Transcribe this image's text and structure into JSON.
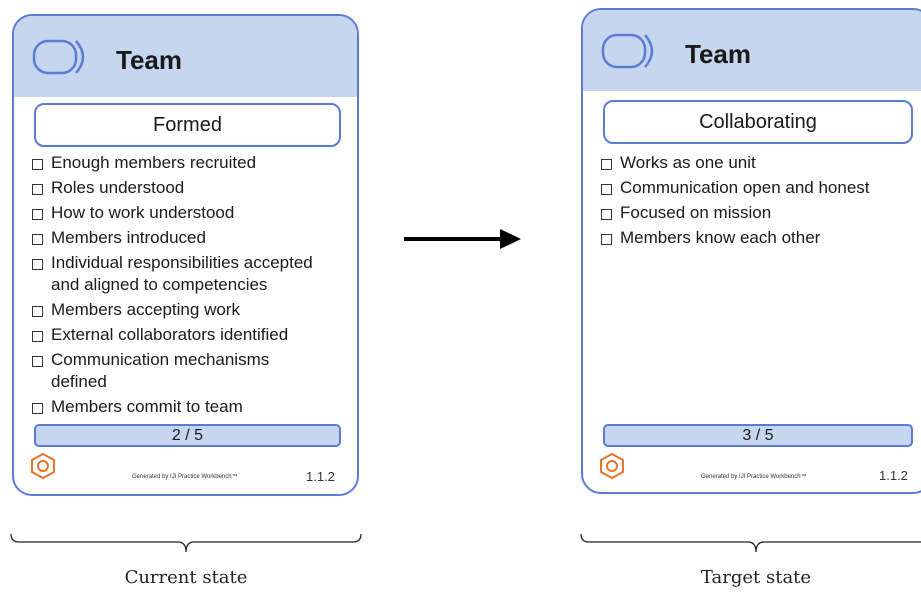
{
  "current_card": {
    "title": "Team",
    "state": "Formed",
    "checklist": [
      "Enough members recruited",
      "Roles understood",
      "How to work understood",
      "Members introduced",
      "Individual responsibilities accepted and aligned to competencies",
      "Members accepting work",
      "External collaborators identified",
      "Communication mechanisms defined",
      "Members commit to team"
    ],
    "progress": "2 / 5",
    "footer": "Generated by IJI Practice Workbench™",
    "version": "1.1.2"
  },
  "target_card": {
    "title": "Team",
    "state": "Collaborating",
    "checklist": [
      "Works as one unit",
      "Communication open and honest",
      "Focused on mission",
      "Members know each other"
    ],
    "progress": "3 / 5",
    "footer": "Generated by IJI Practice Workbench™",
    "version": "1.1.2"
  },
  "captions": {
    "current": "Current state",
    "target": "Target state"
  },
  "colors": {
    "header_fill": "#c6d6ef",
    "border_blue": "#5b7bd5",
    "logo_orange": "#e8742c"
  },
  "icons": {
    "team": "team-icon",
    "logo": "practice-workbench-logo-icon",
    "arrow": "right-arrow-icon"
  }
}
